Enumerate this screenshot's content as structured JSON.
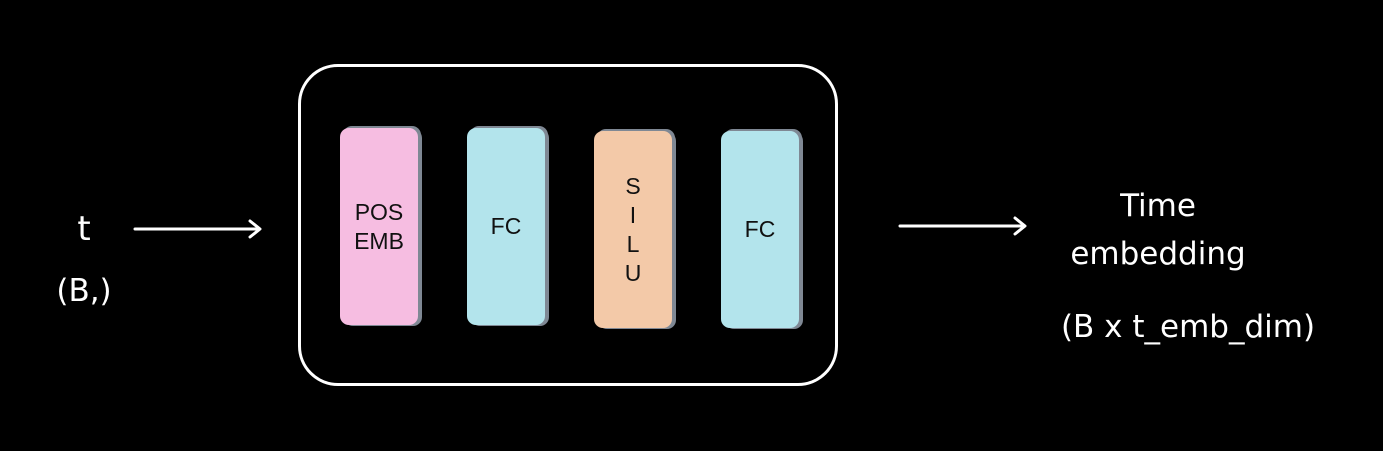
{
  "input": {
    "label": "t",
    "shape": "(B,)"
  },
  "module": {
    "blocks": [
      {
        "lines": [
          "POS",
          "EMB"
        ],
        "color": "#f6bde1"
      },
      {
        "lines": [
          "FC"
        ],
        "color": "#b3e4ec"
      },
      {
        "lines": [
          "S",
          "I",
          "L",
          "U"
        ],
        "color": "#f3c9a8"
      },
      {
        "lines": [
          "FC"
        ],
        "color": "#b3e4ec"
      }
    ]
  },
  "output": {
    "label_line1": "Time",
    "label_line2": "embedding",
    "shape": "(B x t_emb_dim)"
  },
  "colors": {
    "background": "#000000",
    "foreground": "#ffffff"
  }
}
